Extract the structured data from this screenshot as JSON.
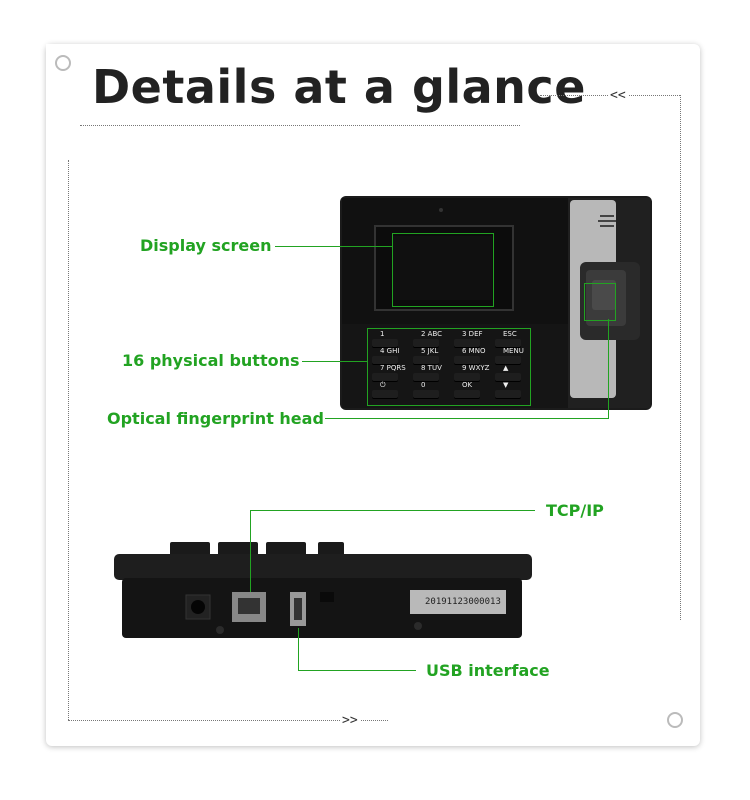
{
  "title": "Details at a glance",
  "nav": {
    "prev": "<<",
    "next": ">>"
  },
  "callouts": {
    "display": "Display screen",
    "buttons": "16 physical buttons",
    "fingerprint": "Optical fingerprint head",
    "tcpip": "TCP/IP",
    "usb": "USB interface"
  },
  "keypad": [
    {
      "main": "1",
      "sub": ""
    },
    {
      "main": "2",
      "sub": "ABC"
    },
    {
      "main": "3",
      "sub": "DEF"
    },
    {
      "main": "ESC",
      "sub": ""
    },
    {
      "main": "4",
      "sub": "GHI"
    },
    {
      "main": "5",
      "sub": "JKL"
    },
    {
      "main": "6",
      "sub": "MNO"
    },
    {
      "main": "MENU",
      "sub": ""
    },
    {
      "main": "7",
      "sub": "PQRS"
    },
    {
      "main": "8",
      "sub": "TUV"
    },
    {
      "main": "9",
      "sub": "WXYZ"
    },
    {
      "main": "▲",
      "sub": ""
    },
    {
      "main": "⏻",
      "sub": ""
    },
    {
      "main": "0",
      "sub": ""
    },
    {
      "main": "OK",
      "sub": ""
    },
    {
      "main": "▼",
      "sub": ""
    }
  ],
  "serial_label": "20191123000013",
  "colors": {
    "accent": "#22a322",
    "device": "#1a1a1a"
  }
}
